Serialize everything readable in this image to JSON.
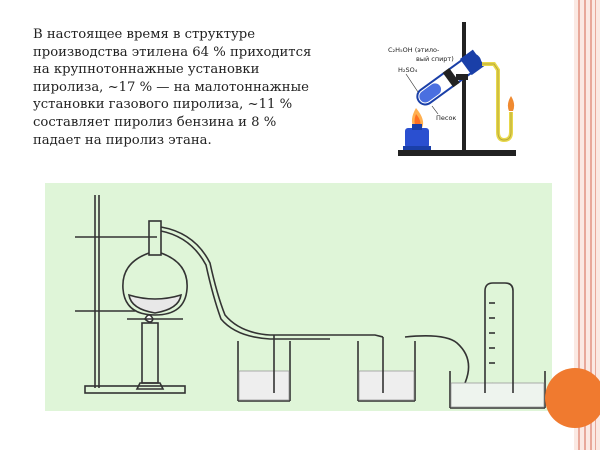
{
  "slide": {
    "paragraph": "В настоящее время в структуре\nпроизводства этилена 64 % приходится\nна крупнотоннажные установки\nпиролиза, ~17 % — на малотоннажные\nустановки газового пиролиза, ~11 %\nсоставляет пиролиз бензина и 8 %\nпадает на пиролиз этана."
  },
  "apparatus_small": {
    "label_reagent_line1": "C₂H₅OH (этило-",
    "label_reagent_line2": "вый спирт)",
    "label_acid": "H₂SO₄",
    "label_sand": "Песок"
  },
  "colors": {
    "border_stripe": "#e8a89a",
    "border_bg": "#fbe9e3",
    "panel_green": "#dff5d8",
    "accent_orange": "#f07a2f",
    "burner_blue": "#2a4fd0",
    "tube_yellow": "#e8d84a"
  }
}
